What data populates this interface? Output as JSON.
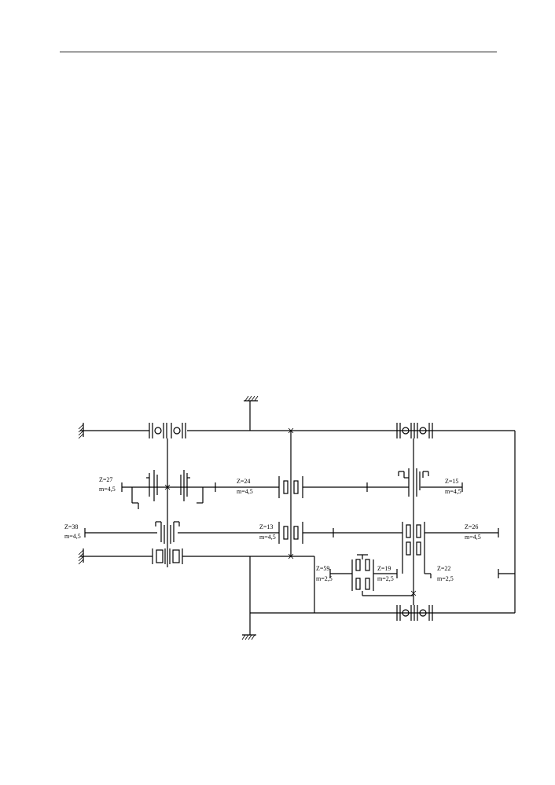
{
  "labels": {
    "z27": "Z=27",
    "m27": "m=4,5",
    "z24": "Z=24",
    "m24": "m=4,5",
    "z15": "Z=15",
    "m15": "m=4,5",
    "z38": "Z=38",
    "m38": "m=4,5",
    "z13": "Z=13",
    "m13": "m=4,5",
    "z26": "Z=26",
    "m26": "m=4,5",
    "z59": "Z=59",
    "m59": "m=2,5",
    "z19": "Z=19",
    "m19": "m=2,5",
    "z22": "Z=22",
    "m22": "m=2,5"
  }
}
